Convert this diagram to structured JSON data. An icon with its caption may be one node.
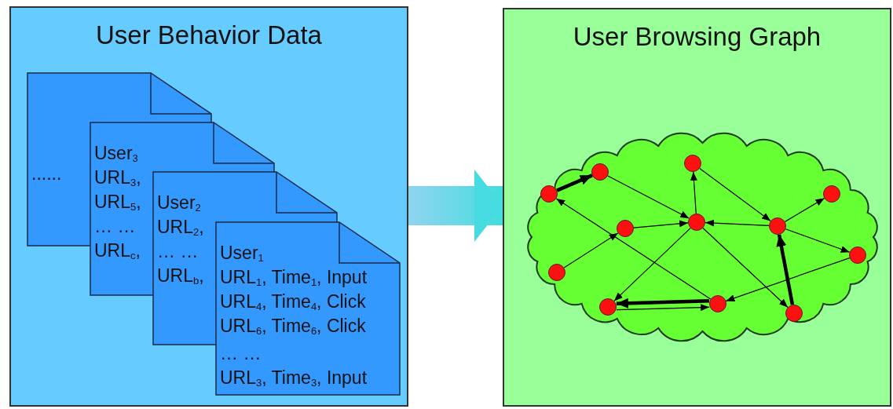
{
  "diagram": {
    "nodes": [
      {
        "text": [
          "User Behavior Data"
        ]
      },
      {
        "text": [
          "......"
        ],
        "in": 0
      },
      {
        "text": [
          "User$_{3}$",
          "URL$_{3}$,",
          "URL$_{5}$,",
          "… …",
          "URL$_{c}$,"
        ],
        "in": 0
      },
      {
        "text": [
          "User$_{2}$",
          "URL$_{2}$,",
          "… …",
          "URL$_{b}$,"
        ],
        "in": 0
      },
      {
        "text": [
          "User$_{1}$",
          "URL$_{1}$, Time$_{1}$, Input",
          "URL$_{4}$, Time$_{4}$, Click",
          "URL$_{6}$, Time$_{6}$, Click",
          "… …",
          "URL$_{3}$, Time$_{3}$, Input"
        ],
        "in": 0
      },
      {
        "text": [
          "User Browsing Graph"
        ]
      },
      {
        "text": [],
        "shape": "cloud",
        "in": 5
      },
      {
        "text": [],
        "shape": "circle",
        "in": 6
      },
      {
        "text": [],
        "shape": "circle",
        "in": 6
      },
      {
        "text": [],
        "shape": "circle",
        "in": 6
      },
      {
        "text": [],
        "shape": "circle",
        "in": 6
      },
      {
        "text": [],
        "shape": "circle",
        "in": 6
      },
      {
        "text": [],
        "shape": "circle",
        "in": 6
      },
      {
        "text": [],
        "shape": "circle",
        "in": 6
      },
      {
        "text": [],
        "shape": "circle",
        "in": 6
      },
      {
        "text": [],
        "shape": "circle",
        "in": 6
      },
      {
        "text": [],
        "shape": "circle",
        "in": 6
      },
      {
        "text": [],
        "shape": "circle",
        "in": 6
      },
      {
        "text": [],
        "shape": "circle",
        "in": 6
      }
    ],
    "edges": [
      {
        "from": 0,
        "to": 5,
        "arrow": "to",
        "style": "thick"
      },
      {
        "from": 7,
        "to": 9,
        "arrow": "to",
        "style": "thick"
      },
      {
        "from": 9,
        "to": 13,
        "arrow": "to"
      },
      {
        "from": 13,
        "to": 12,
        "arrow": "to"
      },
      {
        "from": 12,
        "to": 15,
        "arrow": "to"
      },
      {
        "from": 15,
        "to": 13,
        "arrow": "to"
      },
      {
        "from": 15,
        "to": 17,
        "arrow": "to"
      },
      {
        "from": 15,
        "to": 18,
        "arrow": "to"
      },
      {
        "from": 16,
        "to": 15,
        "arrow": "to",
        "style": "thick"
      },
      {
        "from": 13,
        "to": 16,
        "arrow": "to"
      },
      {
        "from": 18,
        "to": 14,
        "arrow": "to"
      },
      {
        "from": 14,
        "to": 7,
        "arrow": "to"
      },
      {
        "from": 8,
        "to": 11,
        "arrow": "to"
      },
      {
        "from": 11,
        "to": 13,
        "arrow": "to"
      },
      {
        "from": 13,
        "to": 10,
        "arrow": "to"
      },
      {
        "from": 14,
        "to": 10,
        "arrow": "to",
        "style": "thick"
      },
      {
        "from": 10,
        "to": 14,
        "arrow": "to"
      }
    ]
  }
}
